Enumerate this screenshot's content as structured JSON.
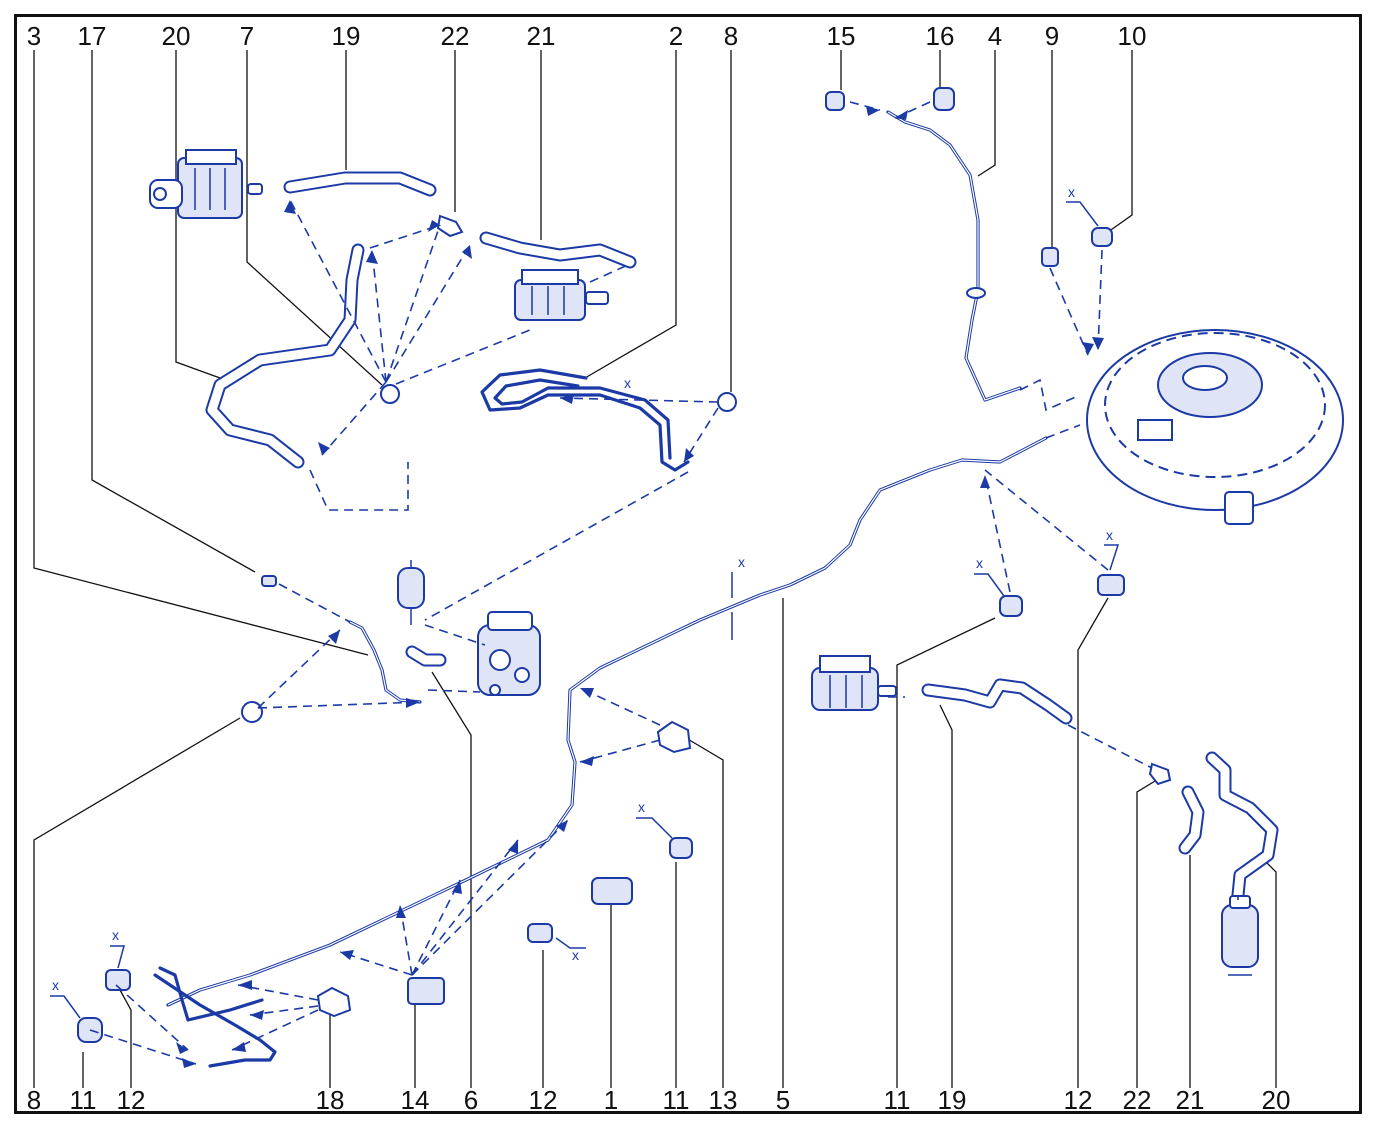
{
  "callouts_top": [
    "3",
    "17",
    "20",
    "7",
    "19",
    "22",
    "21",
    "2",
    "8",
    "15",
    "16",
    "4",
    "9",
    "10"
  ],
  "callouts_bottom": [
    "8",
    "11",
    "12",
    "18",
    "14",
    "6",
    "12",
    "1",
    "11",
    "13",
    "5",
    "11",
    "19",
    "12",
    "22",
    "21",
    "20"
  ],
  "dimension_mark": "x",
  "colors": {
    "line": "#1c3aa6",
    "text": "#111111",
    "frame": "#111111"
  }
}
